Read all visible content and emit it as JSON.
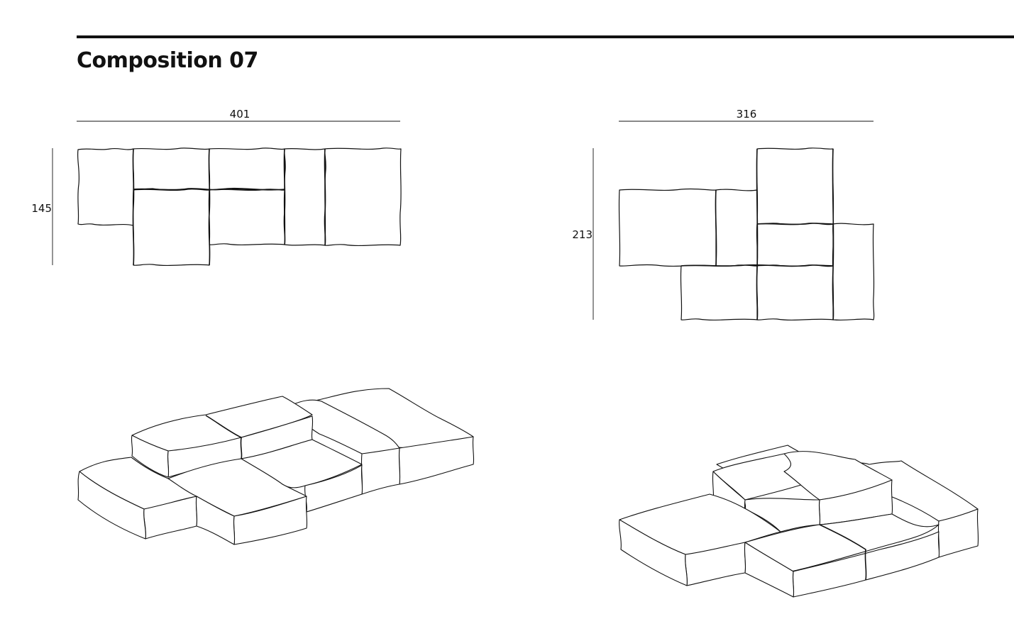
{
  "title": "Composition 07",
  "plan_left": {
    "width_label": "401",
    "depth_label": "145"
  },
  "plan_right": {
    "width_label": "316",
    "depth_label": "213"
  }
}
